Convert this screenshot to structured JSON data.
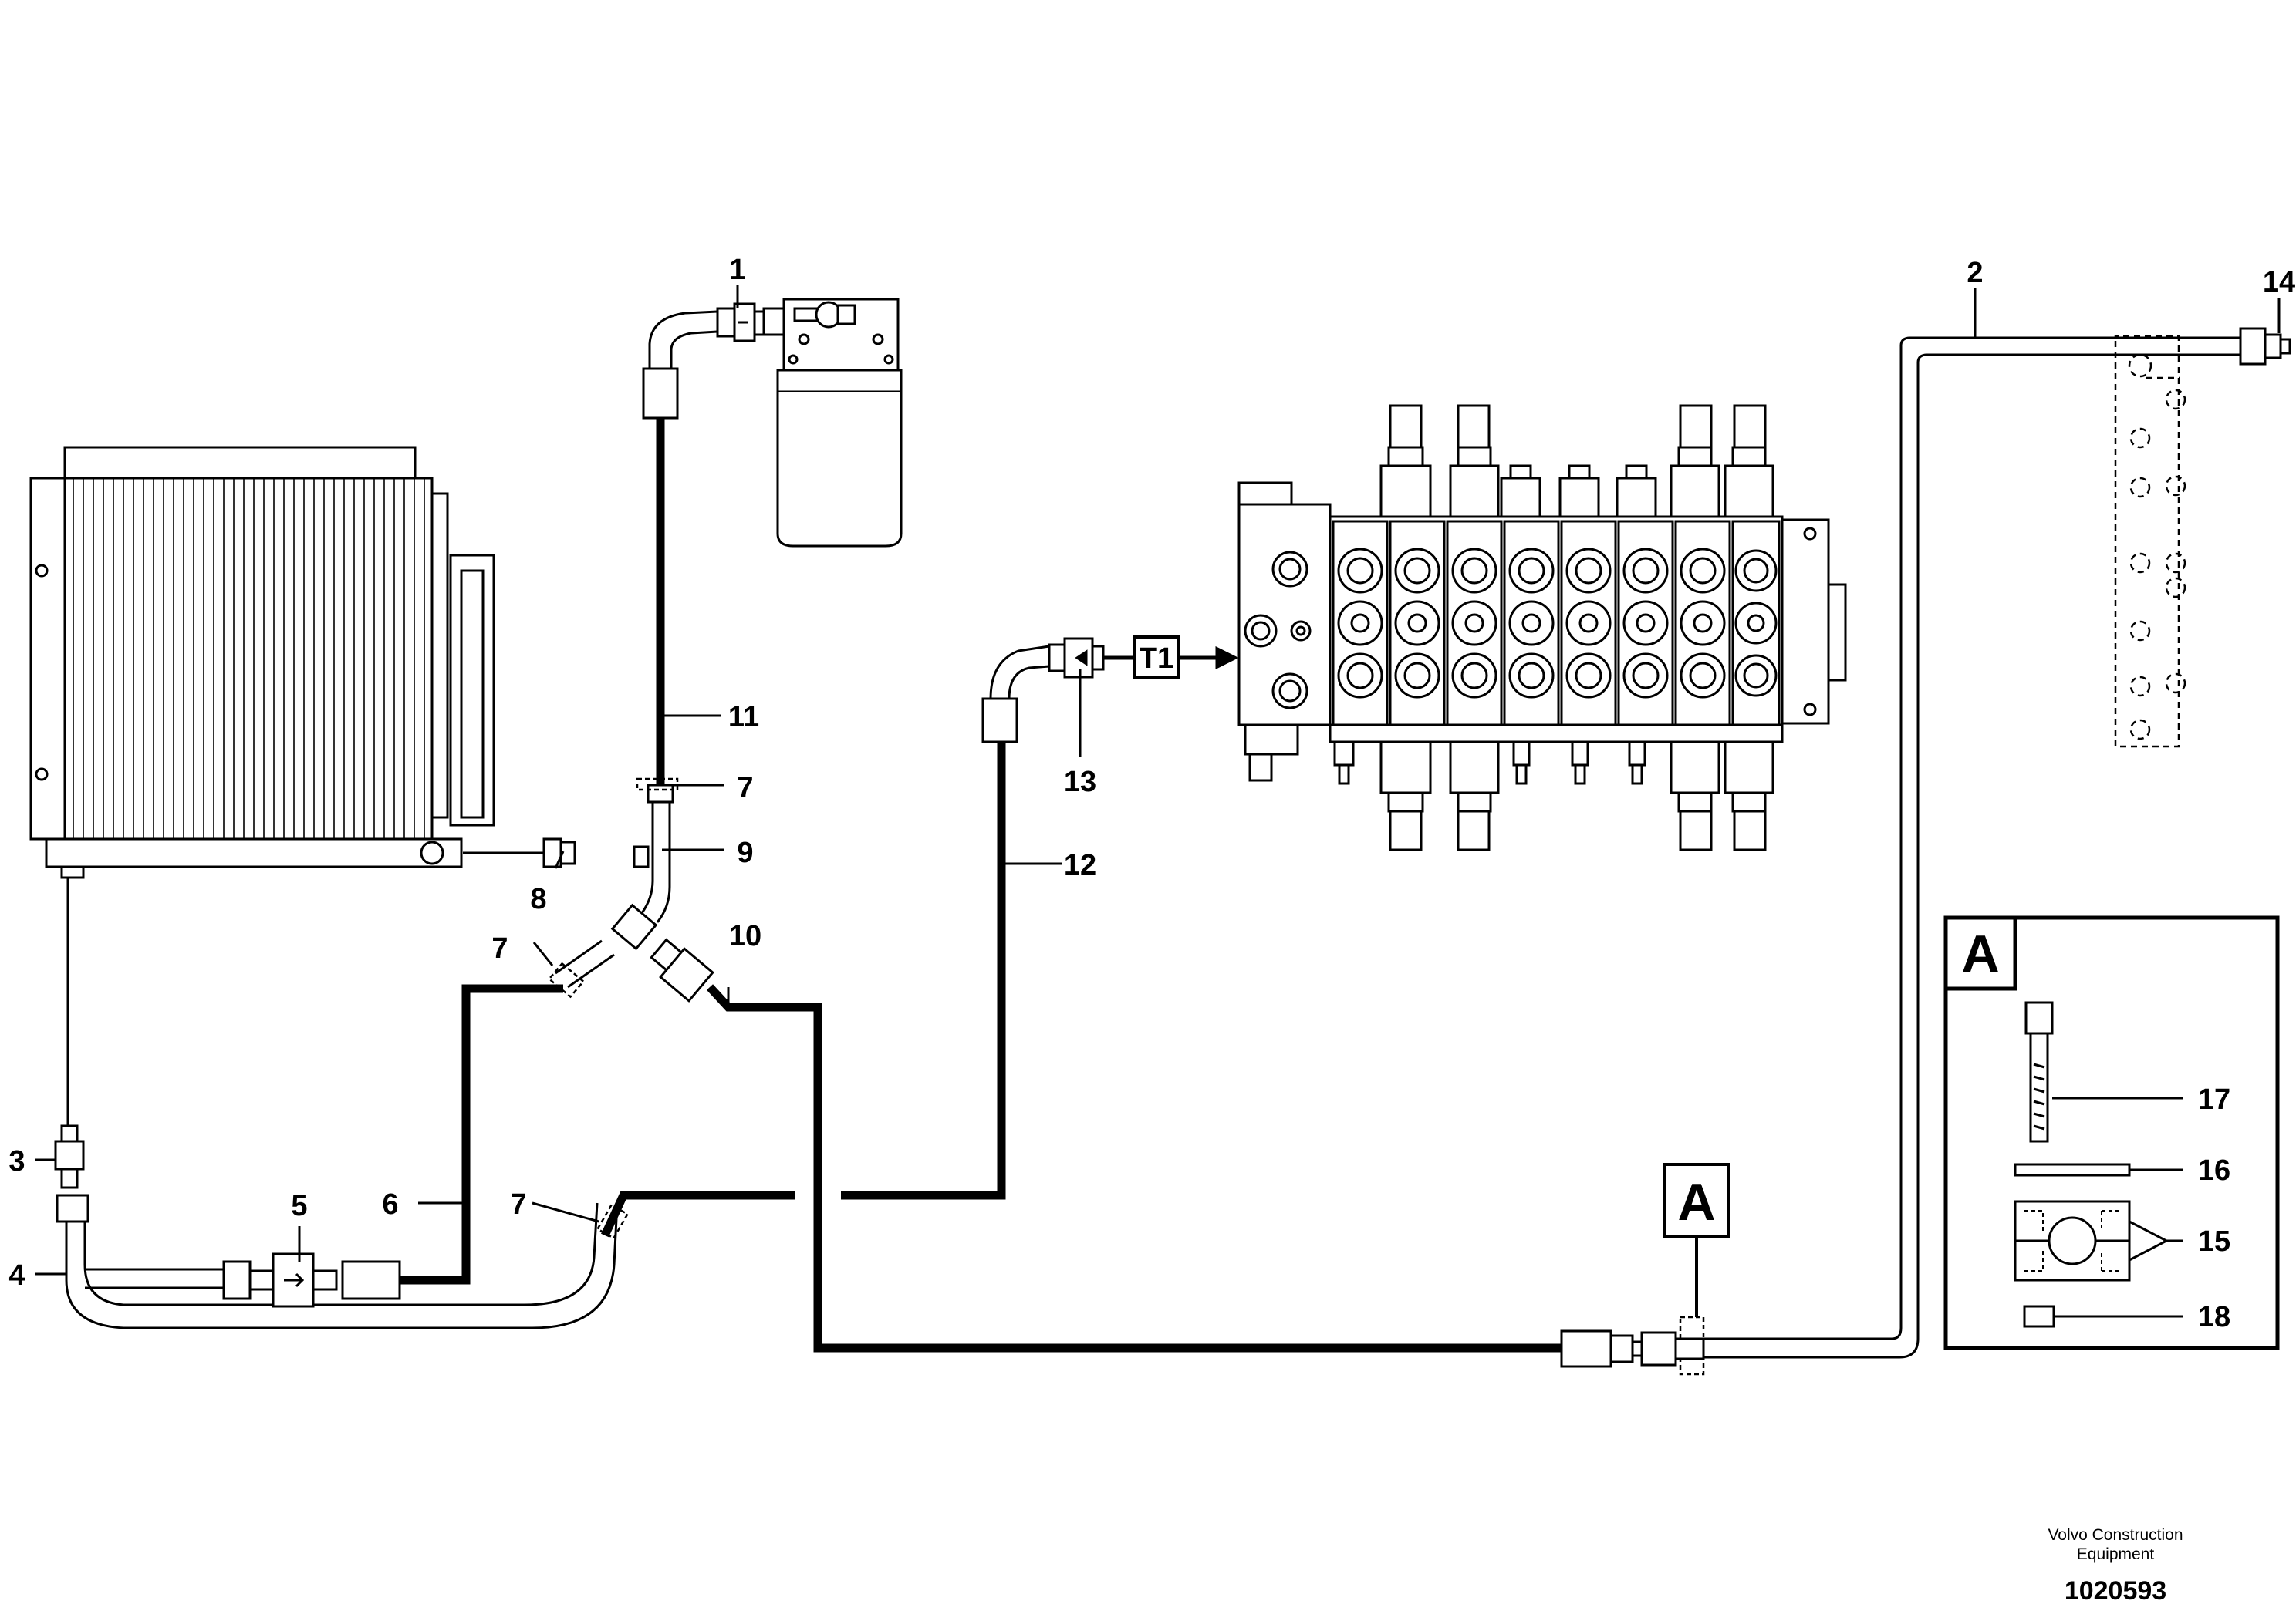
{
  "diagram": {
    "part_labels": [
      "1",
      "2",
      "3",
      "4",
      "5",
      "6",
      "7",
      "7",
      "7",
      "8",
      "9",
      "10",
      "11",
      "12",
      "13",
      "14",
      "15",
      "16",
      "17",
      "18"
    ],
    "port_tag": "T1",
    "detail_callout": "A",
    "detail_box": {
      "title": "A",
      "items": [
        "17",
        "16",
        "15",
        "18"
      ]
    }
  },
  "footer": {
    "company_line1": "Volvo Construction",
    "company_line2": "Equipment",
    "document_number": "1020593"
  },
  "colors": {
    "line": "#000000",
    "background": "#ffffff"
  }
}
